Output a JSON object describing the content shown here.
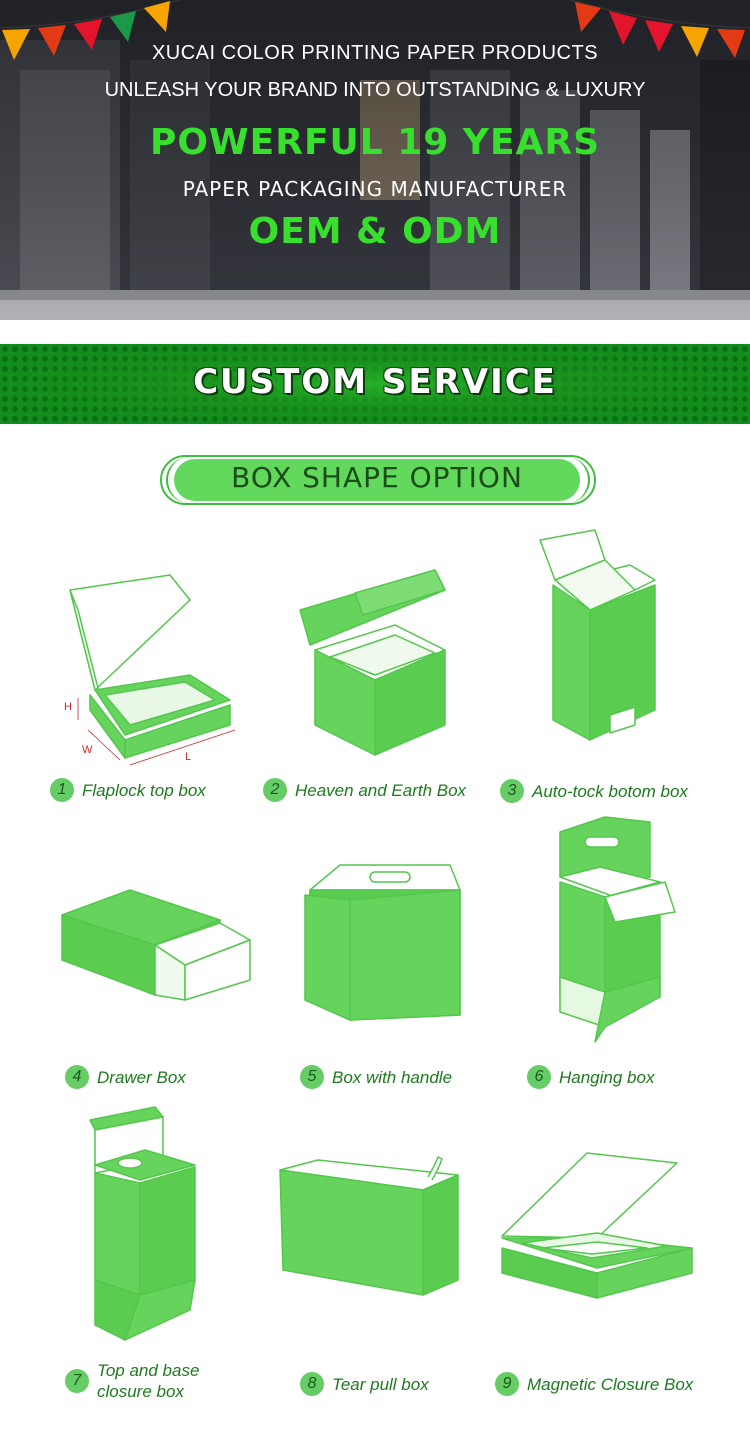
{
  "hero": {
    "company": "XUCAI COLOR PRINTING PAPER PRODUCTS",
    "slogan": "UNLEASH YOUR BRAND INTO OUTSTANDING & LUXURY",
    "highlight": "POWERFUL 19 YEARS",
    "subtitle": "PAPER PACKAGING MANUFACTURER",
    "service": "OEM & ODM"
  },
  "banner": {
    "title": "CUSTOM SERVICE"
  },
  "section": {
    "title": "BOX SHAPE OPTION"
  },
  "boxes": [
    {
      "number": "1",
      "name": "Flaplock top box",
      "dims": {
        "h": "H",
        "w": "W",
        "l": "L"
      }
    },
    {
      "number": "2",
      "name": "Heaven and Earth Box"
    },
    {
      "number": "3",
      "name": "Auto-tock botom box"
    },
    {
      "number": "4",
      "name": "Drawer Box"
    },
    {
      "number": "5",
      "name": "Box with handle"
    },
    {
      "number": "6",
      "name": "Hanging box"
    },
    {
      "number": "7",
      "name": "Top and base",
      "name_line2": "closure box"
    },
    {
      "number": "8",
      "name": "Tear pull box"
    },
    {
      "number": "9",
      "name": "Magnetic Closure Box"
    }
  ],
  "colors": {
    "accent_green": "#37e02c",
    "box_fill": "#66d45c",
    "box_light": "#dff5da",
    "caption": "#1f7a1f",
    "banner": "#128c1c"
  }
}
